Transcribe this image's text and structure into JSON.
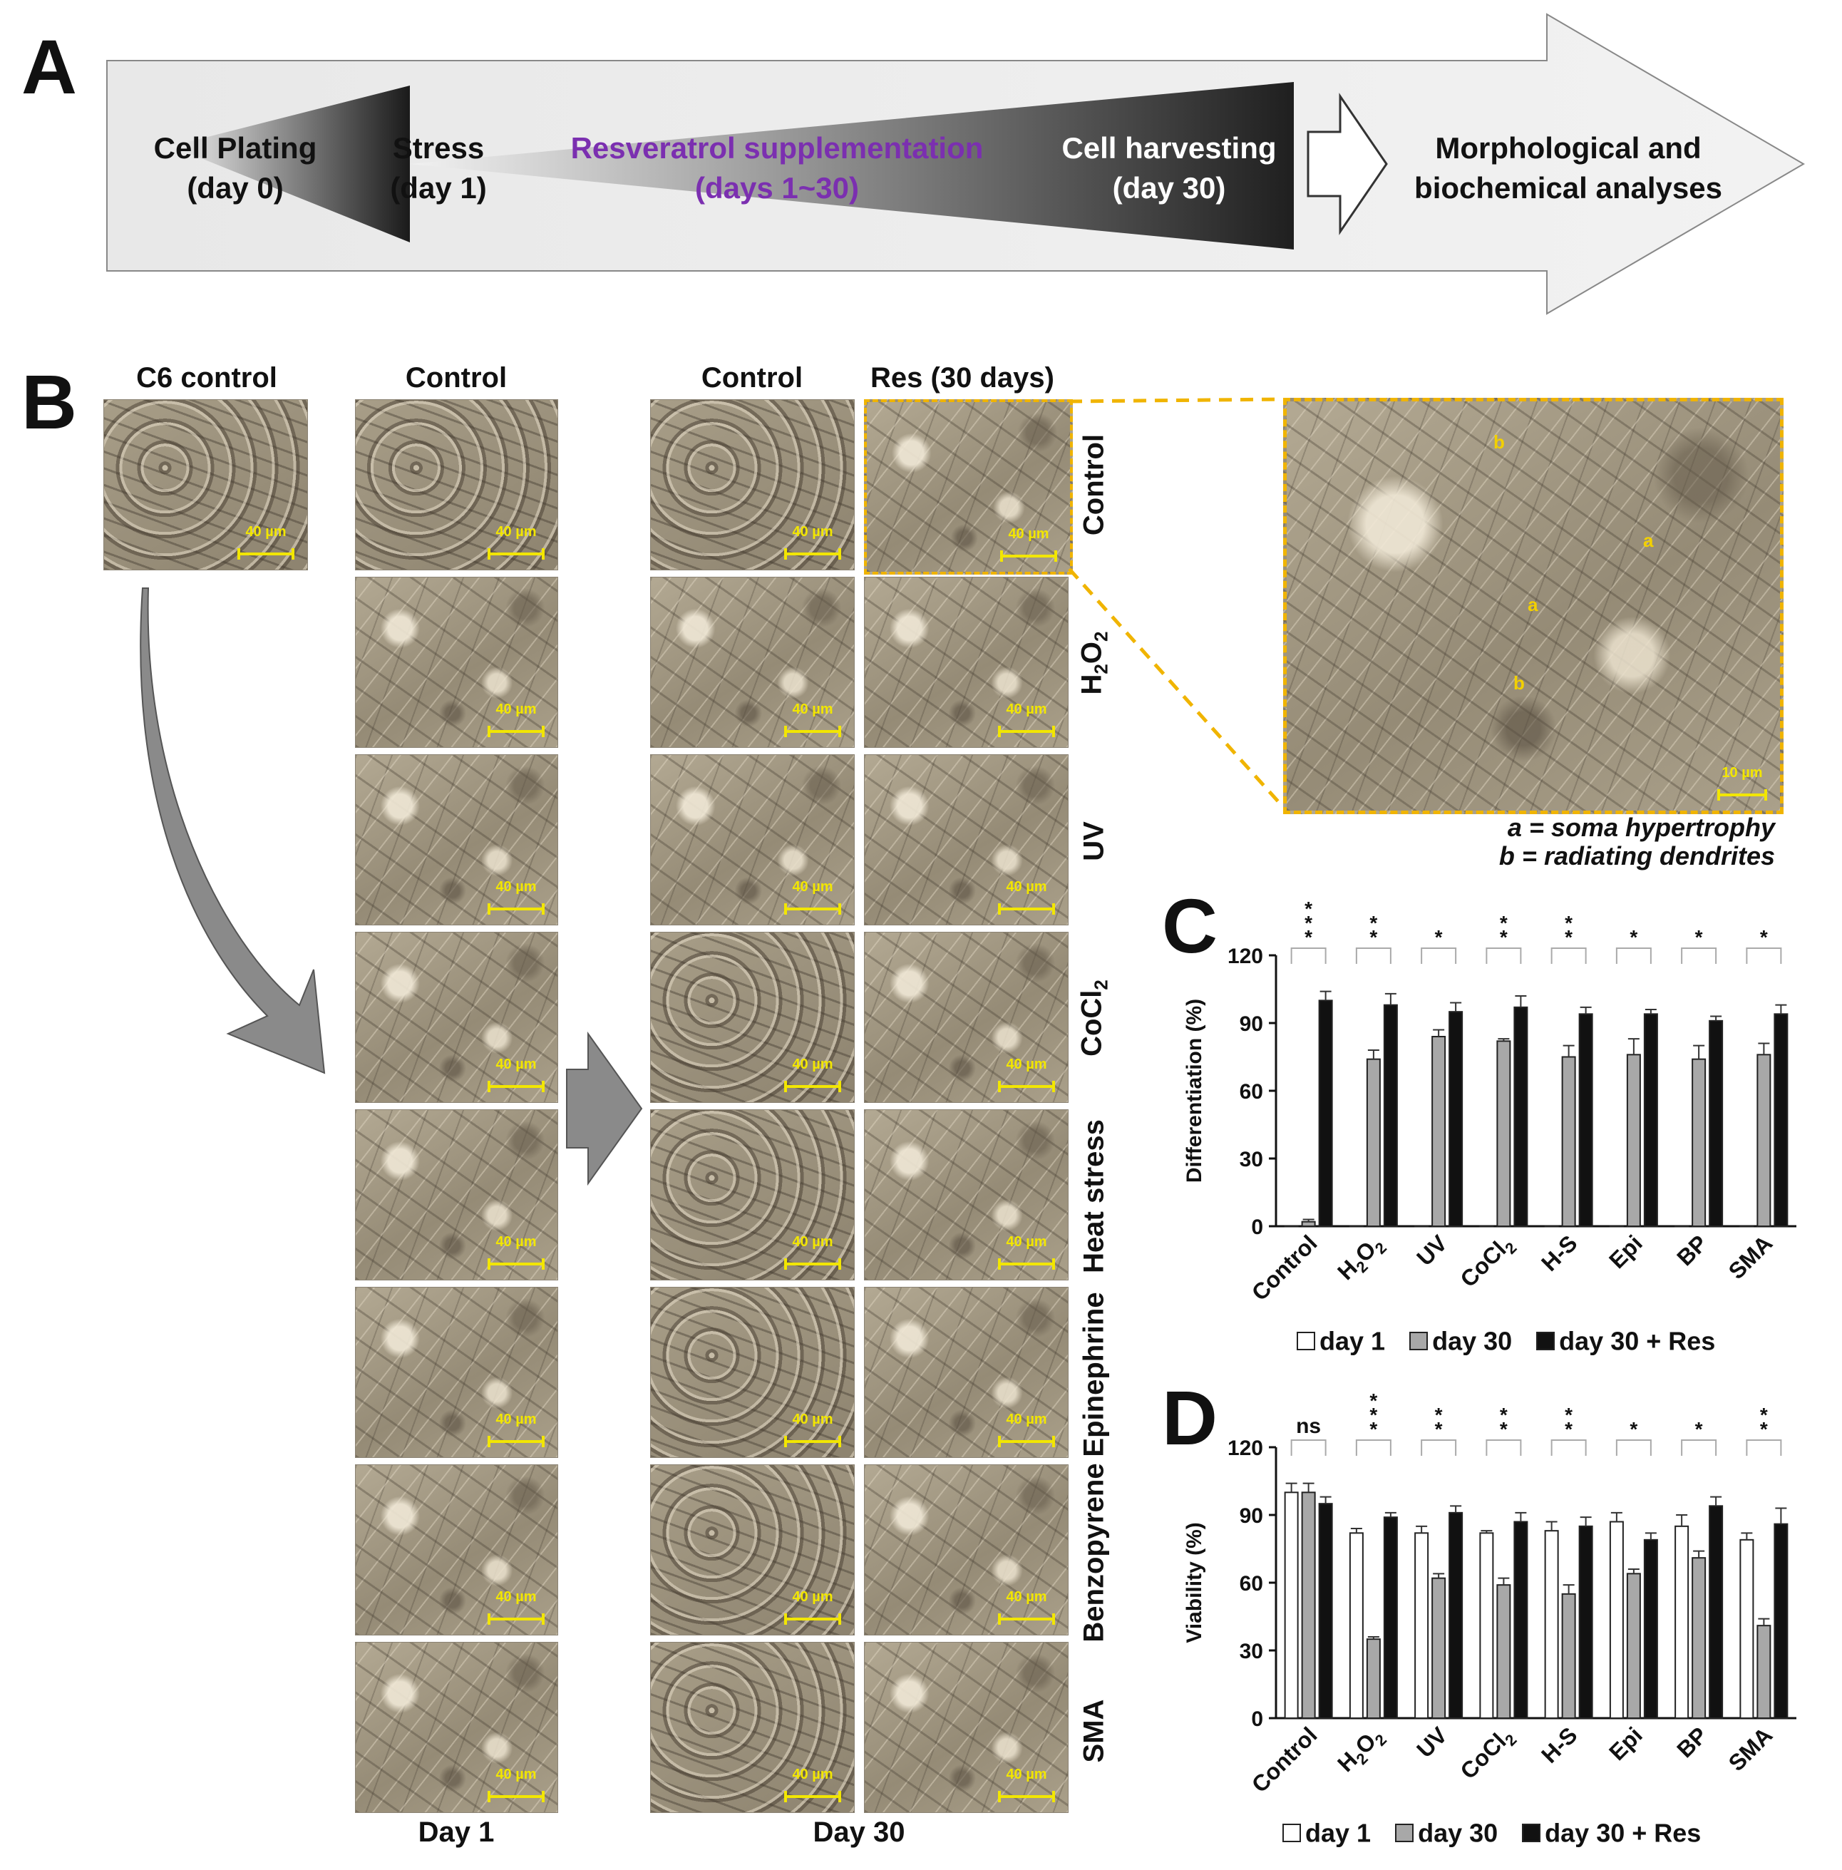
{
  "panel_a": {
    "letter": "A",
    "steps": [
      {
        "line1": "Cell Plating",
        "line2": "(day 0)"
      },
      {
        "line1": "Stress",
        "line2": "(day 1)"
      },
      {
        "line1": "Resveratrol supplementation",
        "line2": "(days 1~30)"
      },
      {
        "line1": "Cell harvesting",
        "line2": "(day 30)"
      },
      {
        "line1": "Morphological and",
        "line2": "biochemical analyses"
      }
    ],
    "accent_color": "#7b2fb0"
  },
  "panel_b": {
    "letter": "B",
    "headers": {
      "c6": "C6 control",
      "day1_control": "Control",
      "day30_control": "Control",
      "day30_res": "Res (30 days)"
    },
    "footers": {
      "day1": "Day 1",
      "day30": "Day 30"
    },
    "rows": [
      "Control",
      "H2O2",
      "UV",
      "CoCl2",
      "Heat stress",
      "Epinephrine",
      "Benzopyrene",
      "SMA"
    ],
    "scale_label": "40 µm",
    "inset": {
      "scale_label": "10 µm",
      "markers": [
        "b",
        "a",
        "a",
        "b"
      ],
      "legend_a": "a = soma hypertrophy",
      "legend_b": "b = radiating dendrites"
    },
    "highlight_color": "#f0b400"
  },
  "panel_c": {
    "letter": "C",
    "legend": [
      "day 1",
      "day 30",
      "day 30 + Res"
    ]
  },
  "panel_d": {
    "letter": "D",
    "legend": [
      "day 1",
      "day 30",
      "day 30 + Res"
    ]
  },
  "chart_data": [
    {
      "type": "bar",
      "panel": "C",
      "ylabel": "Differentiation (%)",
      "ylim": [
        0,
        120
      ],
      "yticks": [
        0,
        30,
        60,
        90,
        120
      ],
      "categories": [
        "Control",
        "H2O2",
        "UV",
        "CoCl2",
        "H-S",
        "Epi",
        "BP",
        "SMA"
      ],
      "series": [
        {
          "name": "day 1",
          "color": "#ffffff",
          "values": [
            0,
            0,
            0,
            0,
            0,
            0,
            0,
            0
          ],
          "errors": [
            0,
            0,
            0,
            0,
            0,
            0,
            0,
            0
          ]
        },
        {
          "name": "day 30",
          "color": "#a8a8a8",
          "values": [
            2,
            74,
            84,
            82,
            75,
            76,
            74,
            76
          ],
          "errors": [
            1,
            4,
            3,
            1,
            5,
            7,
            6,
            5
          ]
        },
        {
          "name": "day 30 + Res",
          "color": "#111111",
          "values": [
            100,
            98,
            95,
            97,
            94,
            94,
            91,
            94
          ],
          "errors": [
            4,
            5,
            4,
            5,
            3,
            2,
            2,
            4
          ]
        }
      ],
      "significance": [
        "***",
        "**",
        "*",
        "**",
        "**",
        "*",
        "*",
        "*"
      ]
    },
    {
      "type": "bar",
      "panel": "D",
      "ylabel": "Viability (%)",
      "ylim": [
        0,
        120
      ],
      "yticks": [
        0,
        30,
        60,
        90,
        120
      ],
      "categories": [
        "Control",
        "H2O2",
        "UV",
        "CoCl2",
        "H-S",
        "Epi",
        "BP",
        "SMA"
      ],
      "series": [
        {
          "name": "day 1",
          "color": "#ffffff",
          "values": [
            100,
            82,
            82,
            82,
            83,
            87,
            85,
            79
          ],
          "errors": [
            4,
            2,
            3,
            1,
            4,
            4,
            5,
            3
          ]
        },
        {
          "name": "day 30",
          "color": "#a8a8a8",
          "values": [
            100,
            35,
            62,
            59,
            55,
            64,
            71,
            41
          ],
          "errors": [
            4,
            1,
            2,
            3,
            4,
            2,
            3,
            3
          ]
        },
        {
          "name": "day 30 + Res",
          "color": "#111111",
          "values": [
            95,
            89,
            91,
            87,
            85,
            79,
            94,
            86
          ],
          "errors": [
            3,
            2,
            3,
            4,
            4,
            3,
            4,
            7
          ]
        }
      ],
      "significance": [
        "ns",
        "***",
        "**",
        "**",
        "**",
        "*",
        "*",
        "**"
      ]
    }
  ]
}
